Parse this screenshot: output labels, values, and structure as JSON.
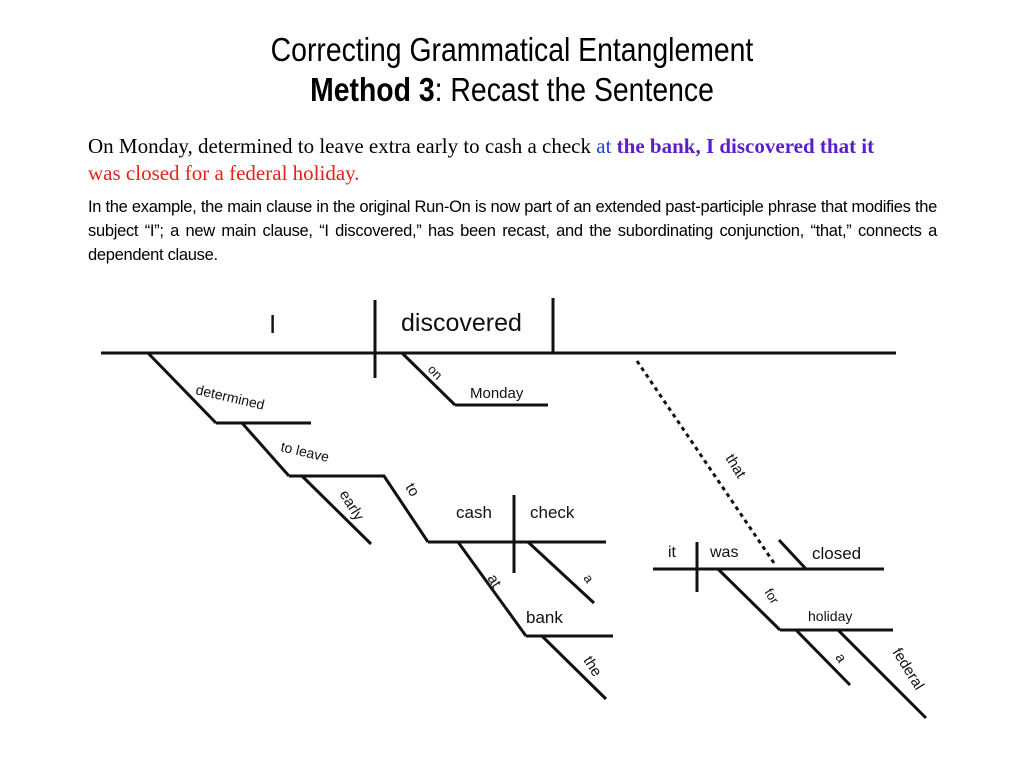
{
  "title": {
    "line1": "Correcting Grammatical Entanglement",
    "line2_bold": "Method 3",
    "line2_rest": ":  Recast the Sentence"
  },
  "example": {
    "part1": "On Monday, determined to leave extra early to cash a check ",
    "part2": "at",
    "part3": " the bank, I discovered that it",
    "part4": " was closed for a federal holiday."
  },
  "explanation": "In the example, the main clause in the original Run-On is now part of an extended past-participle phrase that modifies the subject “I”; a new main clause, “I discovered,” has been recast, and the subordinating conjunction, “that,” connects a dependent clause.",
  "diagram": {
    "subject": "I",
    "verb": "discovered",
    "on": "on",
    "monday": "Monday",
    "determined": "determined",
    "to_leave": "to leave",
    "early": "early",
    "to": "to",
    "cash": "cash",
    "check": "check",
    "a1": "a",
    "at": "at",
    "bank": "bank",
    "the": "the",
    "that": "that",
    "it": "it",
    "was": "was",
    "closed": "closed",
    "for": "for",
    "holiday": "holiday",
    "a2": "a",
    "federal": "federal"
  }
}
